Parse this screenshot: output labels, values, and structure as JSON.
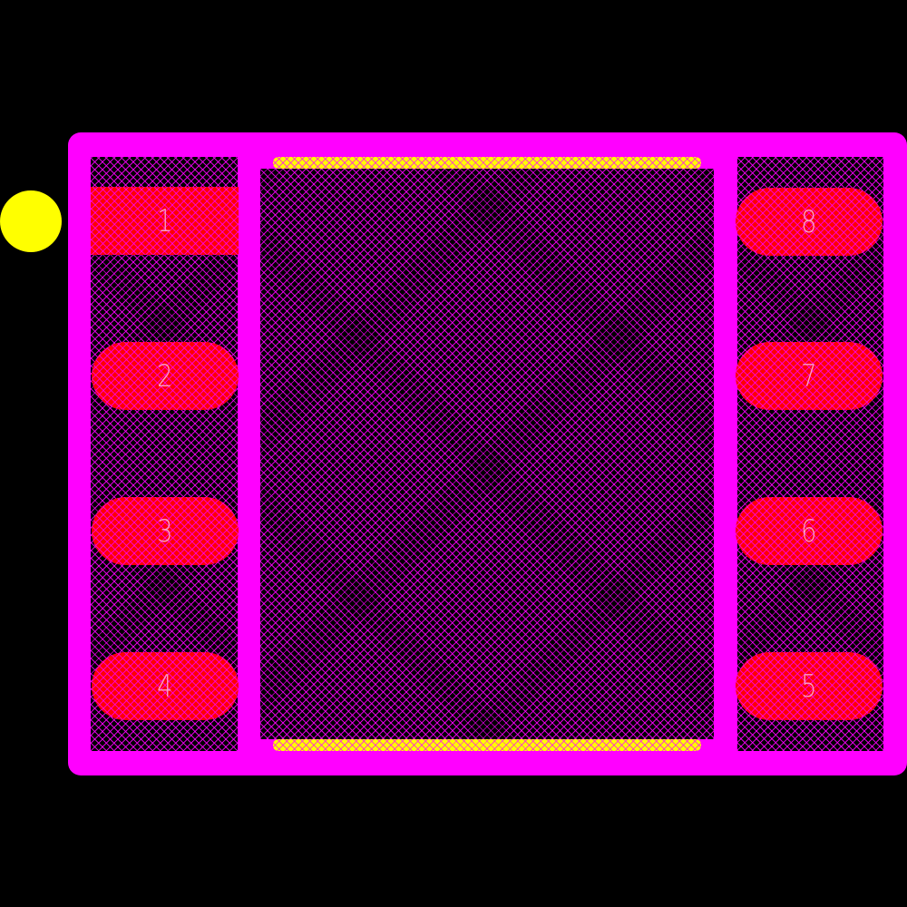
{
  "view": {
    "type": "pcb-footprint",
    "package": "8-pin dual flat no-lead",
    "colors": {
      "background": "#000000",
      "outline": "#ff00ff",
      "pad": "#ff0000",
      "pin1_marker": "#ffff00",
      "paste_strip": "#ffff00",
      "label": "#f8a0c8"
    }
  },
  "pin1_marker": {
    "shape": "circle",
    "label": "pin-1-indicator"
  },
  "pads": [
    {
      "number": "1",
      "side": "left",
      "shape": "rect"
    },
    {
      "number": "2",
      "side": "left",
      "shape": "oval"
    },
    {
      "number": "3",
      "side": "left",
      "shape": "oval"
    },
    {
      "number": "4",
      "side": "left",
      "shape": "oval"
    },
    {
      "number": "5",
      "side": "right",
      "shape": "oval"
    },
    {
      "number": "6",
      "side": "right",
      "shape": "oval"
    },
    {
      "number": "7",
      "side": "right",
      "shape": "oval"
    },
    {
      "number": "8",
      "side": "right",
      "shape": "oval"
    }
  ]
}
